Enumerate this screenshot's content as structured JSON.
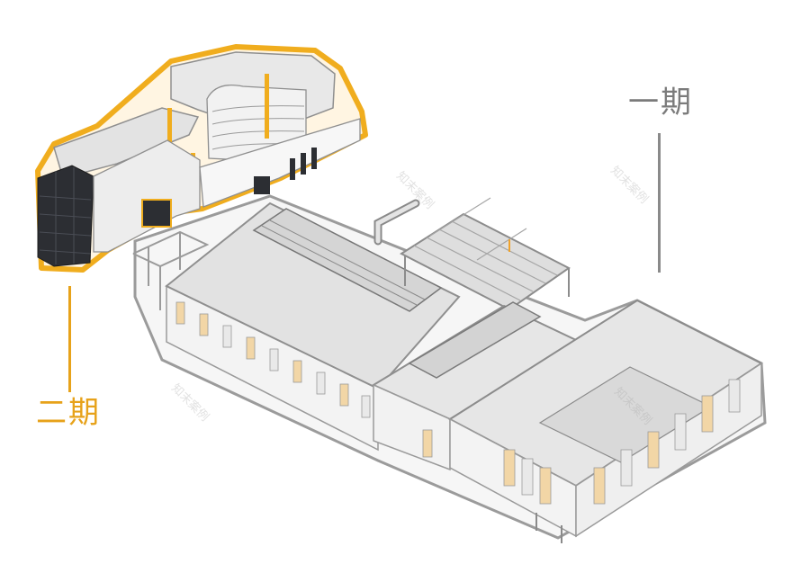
{
  "labels": {
    "phase1": "一期",
    "phase2": "二期"
  },
  "watermark": "知末案例",
  "colors": {
    "phase1_text": "#7b7b7b",
    "phase1_line": "#8a8a8a",
    "phase2_text": "#e7a21a",
    "phase2_line": "#e7a21a",
    "phase2_outline": "#f0ad1e",
    "building_roof": "#e4e4e4",
    "building_wall": "#f3f3f3",
    "building_edge": "#8f8f8f",
    "column_accent": "#f2d6a6",
    "dark_panel": "#2c2e33"
  }
}
